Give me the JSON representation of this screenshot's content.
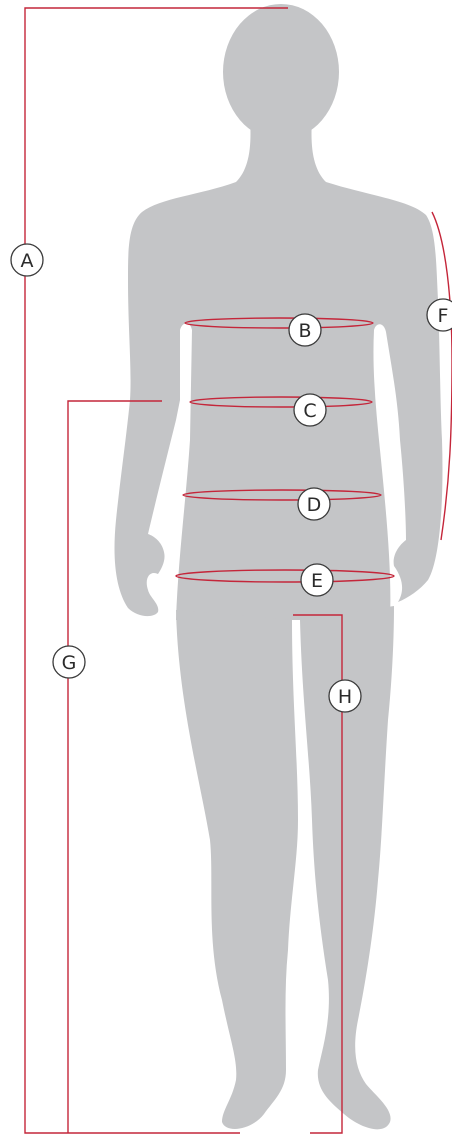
{
  "colors": {
    "silhouette": "#c4c5c7",
    "measure_line": "#c4263a",
    "marker_fill": "#ffffff",
    "marker_stroke": "#3a3a3a",
    "marker_text": "#2b2b2b"
  },
  "markers": {
    "a": "A",
    "b": "B",
    "c": "C",
    "d": "D",
    "e": "E",
    "f": "F",
    "g": "G",
    "h": "H"
  }
}
